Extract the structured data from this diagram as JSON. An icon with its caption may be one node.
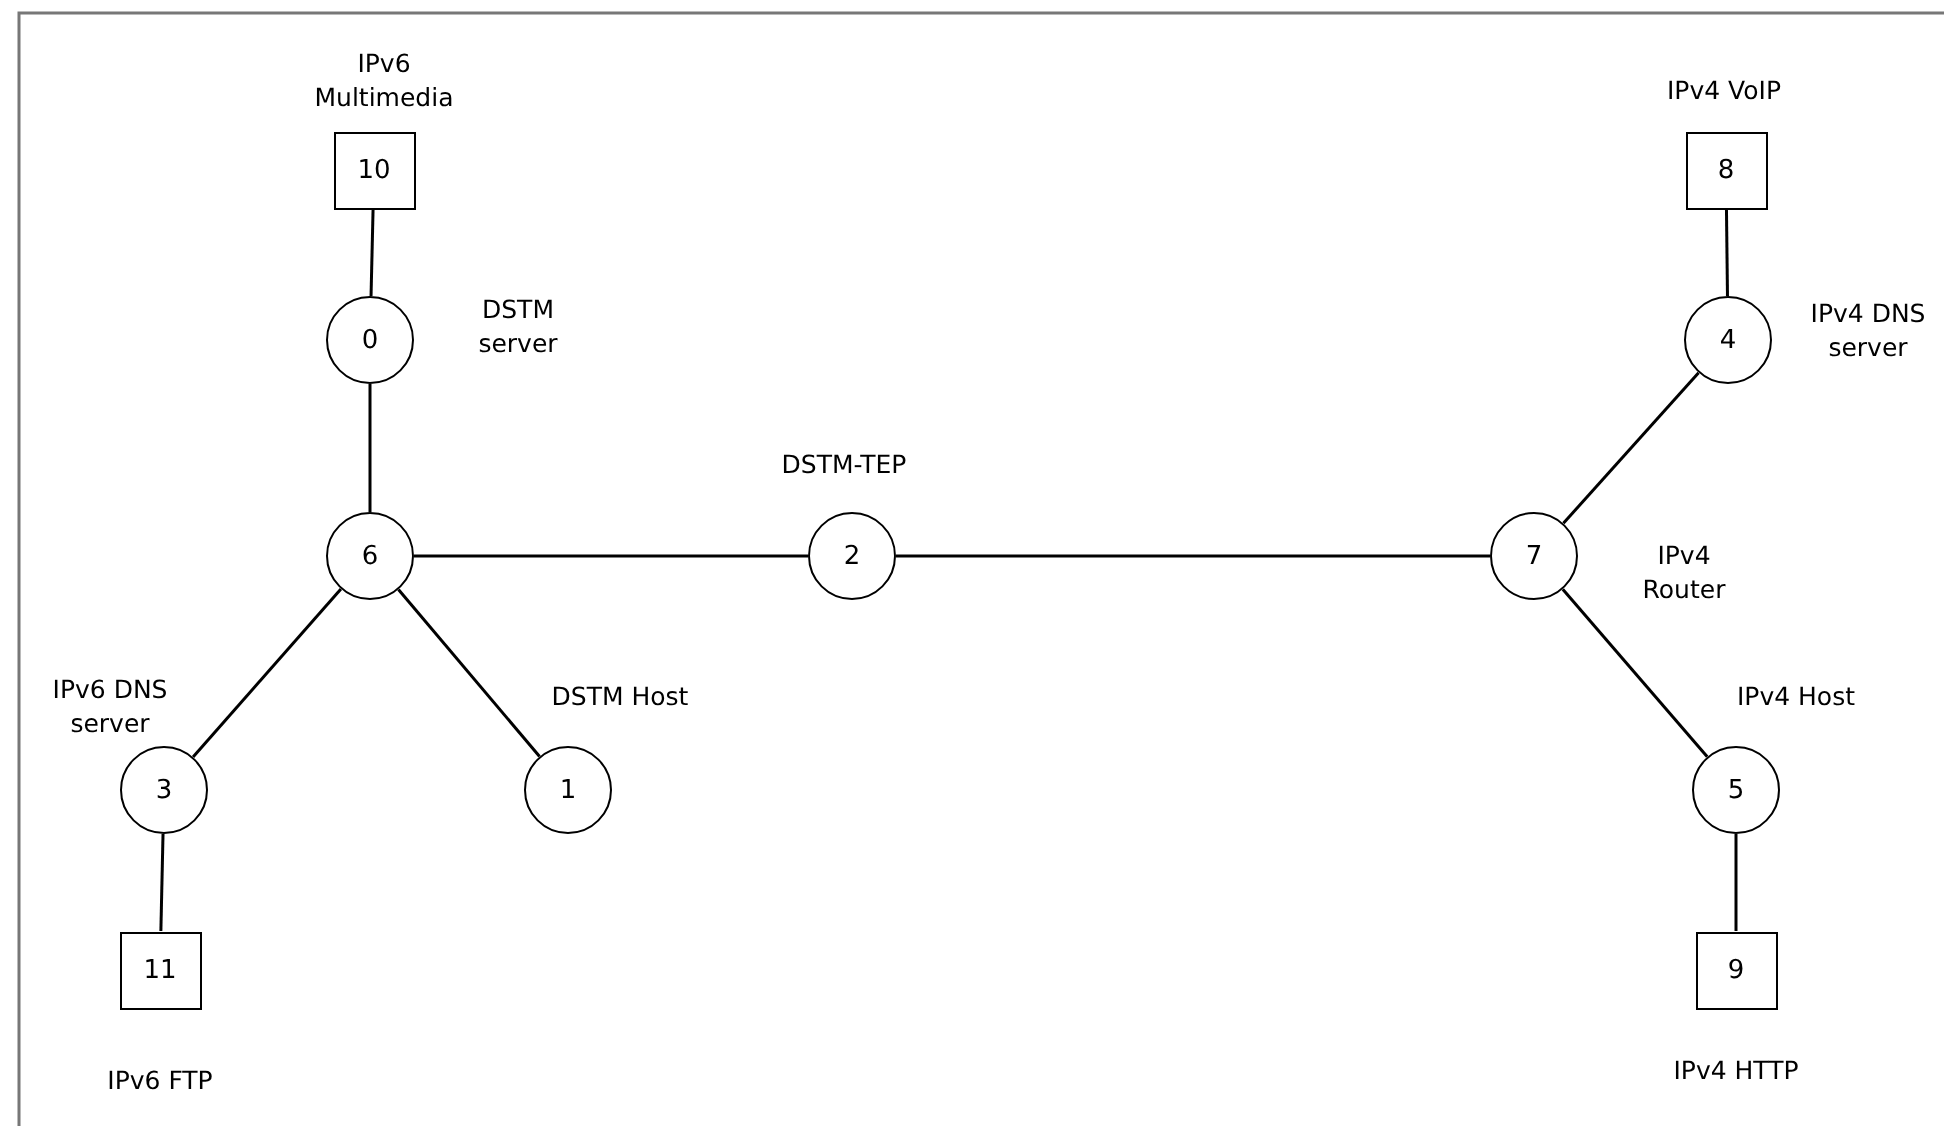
{
  "diagram": {
    "nodes": [
      {
        "text": [
          "10"
        ],
        "beside": [
          "IPv6 Multimedia"
        ]
      },
      {
        "text": [
          "8"
        ],
        "beside": [
          "IPv4 VoIP"
        ]
      },
      {
        "text": [
          "0"
        ],
        "beside": [
          "DSTM server"
        ]
      },
      {
        "text": [
          "4"
        ],
        "beside": [
          "IPv4 DNS server"
        ]
      },
      {
        "text": [
          "6"
        ]
      },
      {
        "text": [
          "2"
        ],
        "beside": [
          "DSTM-TEP"
        ]
      },
      {
        "text": [
          "7"
        ],
        "beside": [
          "IPv4 Router"
        ]
      },
      {
        "text": [
          "3"
        ],
        "beside": [
          "IPv6 DNS server"
        ]
      },
      {
        "text": [
          "1"
        ],
        "beside": [
          "DSTM Host"
        ]
      },
      {
        "text": [
          "5"
        ],
        "beside": [
          "IPv4 Host"
        ]
      },
      {
        "text": [
          "11"
        ],
        "beside": [
          "IPv6 FTP"
        ]
      },
      {
        "text": [
          "9"
        ],
        "beside": [
          "IPv4 HTTP"
        ]
      }
    ],
    "edges": [
      {
        "from": 0,
        "to": 2,
        "arrow": "none"
      },
      {
        "from": 2,
        "to": 4,
        "arrow": "none"
      },
      {
        "from": 4,
        "to": 5,
        "arrow": "none"
      },
      {
        "from": 5,
        "to": 6,
        "arrow": "none"
      },
      {
        "from": 4,
        "to": 7,
        "arrow": "none"
      },
      {
        "from": 4,
        "to": 8,
        "arrow": "none"
      },
      {
        "from": 7,
        "to": 10,
        "arrow": "none"
      },
      {
        "from": 6,
        "to": 3,
        "arrow": "none"
      },
      {
        "from": 3,
        "to": 1,
        "arrow": "none"
      },
      {
        "from": 6,
        "to": 9,
        "arrow": "none"
      },
      {
        "from": 9,
        "to": 11,
        "arrow": "none"
      }
    ]
  }
}
